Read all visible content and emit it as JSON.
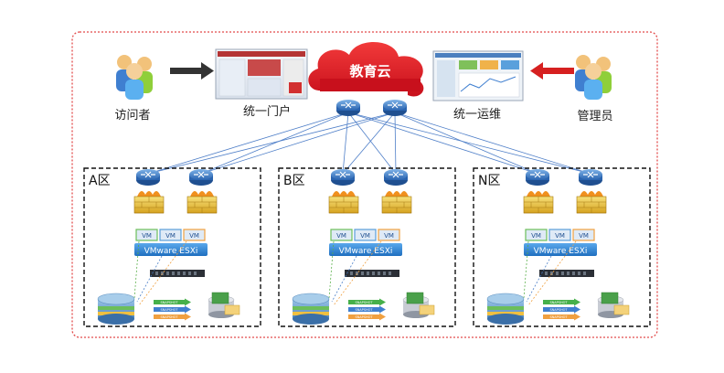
{
  "title_labels": {
    "cloud": "教育云",
    "visitor": "访问者",
    "portal": "统一门户",
    "ops": "统一运维",
    "admin": "管理员"
  },
  "zones": [
    {
      "name": "A区",
      "vm_labels": [
        "VM",
        "VM",
        "VM"
      ],
      "esxi_label": "VMware ESXi",
      "snapshot_labels": [
        "SNAPSHOT",
        "SNAPSHOT",
        "SNAPSHOT"
      ]
    },
    {
      "name": "B区",
      "vm_labels": [
        "VM",
        "VM",
        "VM"
      ],
      "esxi_label": "VMware ESXi",
      "snapshot_labels": [
        "SNAPSHOT",
        "SNAPSHOT",
        "SNAPSHOT"
      ]
    },
    {
      "name": "N区",
      "vm_labels": [
        "VM",
        "VM",
        "VM"
      ],
      "esxi_label": "VMware ESXi",
      "snapshot_labels": [
        "SNAPSHOT",
        "SNAPSHOT",
        "SNAPSHOT"
      ]
    }
  ],
  "colors": {
    "outer_border": "#e24a4a",
    "cloud": "#e0202a",
    "arrow_in": "#333333",
    "arrow_admin": "#d62020",
    "network_line": "#4f7fc8",
    "vm_fill": "#dfeaf6",
    "esxi_fill": "#3a8ed8",
    "storage_top": "#7fb0d9",
    "firewall": "#e8c93a"
  },
  "icons": {
    "people": "users-group-icon",
    "router": "router-icon",
    "firewall": "firewall-icon",
    "storage": "storage-disk-icon",
    "backup": "backup-storage-icon",
    "screenshot": "web-page-screenshot-icon"
  }
}
